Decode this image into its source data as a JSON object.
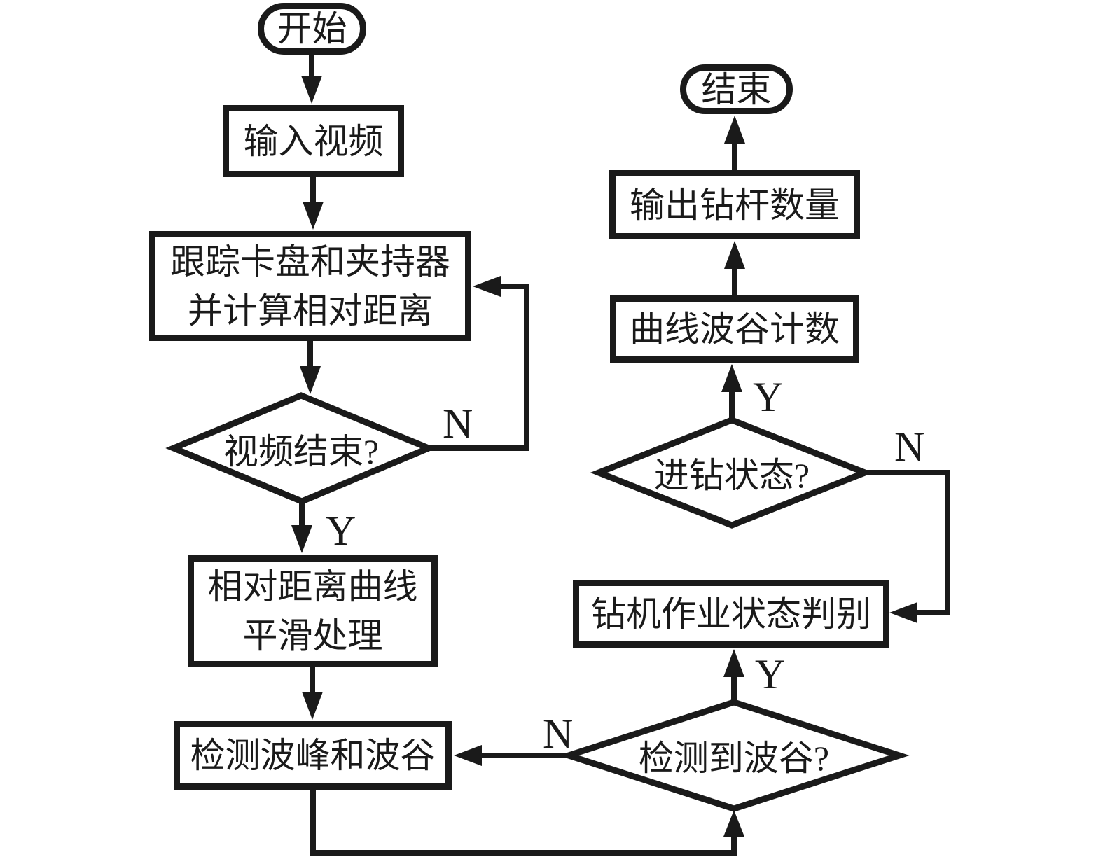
{
  "nodes": {
    "start": {
      "label": "开始"
    },
    "input_video": {
      "label": "输入视频"
    },
    "track_compute": {
      "line1": "跟踪卡盘和夹持器",
      "line2": "并计算相对距离"
    },
    "video_end": {
      "label": "视频结束?"
    },
    "smooth": {
      "line1": "相对距离曲线",
      "line2": "平滑处理"
    },
    "detect_peaks_troughs": {
      "label": "检测波峰和波谷"
    },
    "end": {
      "label": "结束"
    },
    "output_pipe_count": {
      "label": "输出钻杆数量"
    },
    "trough_count": {
      "label": "曲线波谷计数"
    },
    "drilling_state": {
      "label": "进钻状态?"
    },
    "rig_state_discrimination": {
      "label": "钻机作业状态判别"
    },
    "trough_detected": {
      "label": "检测到波谷?"
    }
  },
  "edge_labels": {
    "video_end_n": "N",
    "video_end_y": "Y",
    "drilling_state_n": "N",
    "drilling_state_y": "Y",
    "trough_detected_n": "N",
    "trough_detected_y": "Y"
  },
  "colors": {
    "stroke": "#1a1a1a",
    "background": "#ffffff"
  }
}
